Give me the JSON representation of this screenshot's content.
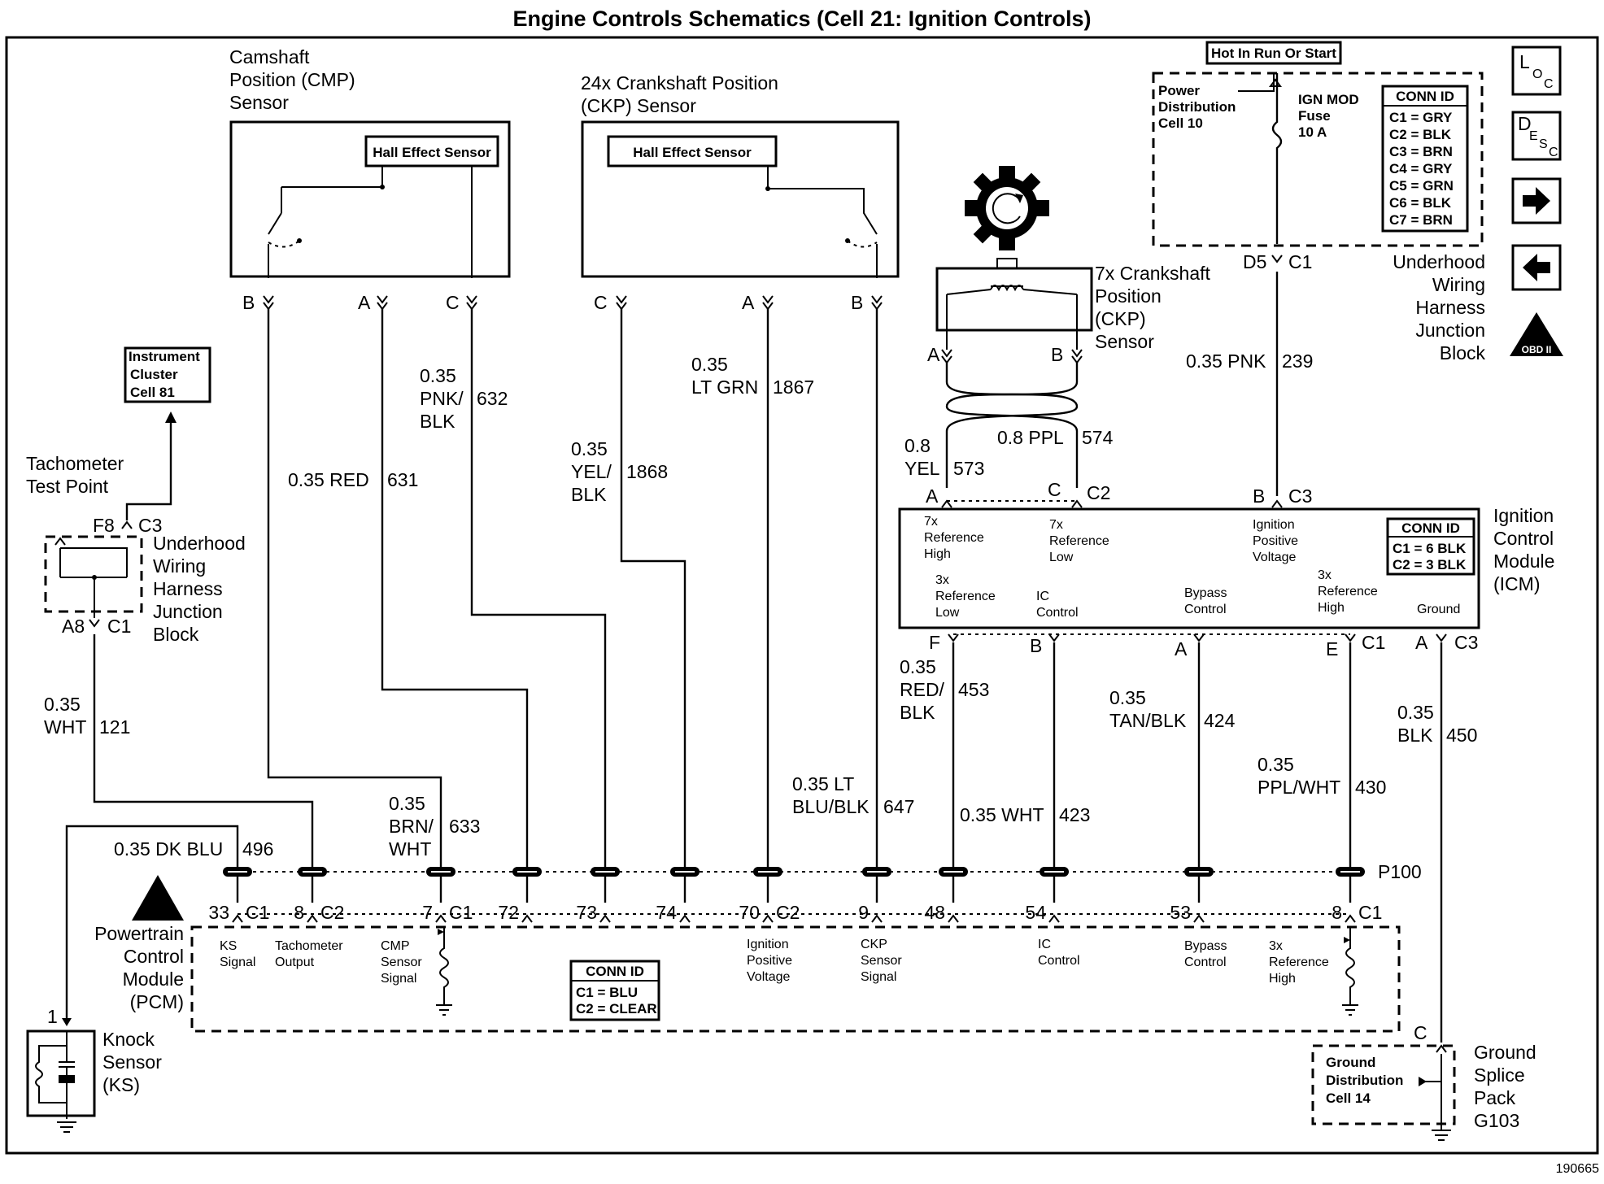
{
  "title": "Engine Controls Schematics (Cell 21: Ignition Controls)",
  "figure_number": "190665",
  "nav_icons": {
    "loc": [
      "L",
      "O",
      "C"
    ],
    "desc": [
      "D",
      "E",
      "S",
      "C"
    ],
    "obd": "OBD II"
  },
  "cmp_sensor": {
    "label": [
      "Camshaft",
      "Position (CMP)",
      "Sensor"
    ],
    "hall": "Hall Effect Sensor",
    "pins": [
      "B",
      "A",
      "C"
    ]
  },
  "ckp24_sensor": {
    "label": [
      "24x Crankshaft Position",
      "(CKP) Sensor"
    ],
    "hall": "Hall Effect Sensor",
    "pins": [
      "C",
      "A",
      "B"
    ]
  },
  "ckp7_sensor": {
    "label": [
      "7x Crankshaft",
      "Position",
      "(CKP)",
      "Sensor"
    ],
    "pins": [
      "A",
      "B"
    ]
  },
  "fuse_block": {
    "title": "Hot In Run Or Start",
    "pdc": [
      "Power",
      "Distribution",
      "Cell 10"
    ],
    "fuse": [
      "IGN MOD",
      "Fuse",
      "10 A"
    ],
    "conn_title": "CONN ID",
    "conn_rows": [
      "C1 = GRY",
      "C2 = BLK",
      "C3 = BRN",
      "C4 = GRY",
      "C5 = GRN",
      "C6 = BLK",
      "C7 = BRN"
    ],
    "pin": "D5",
    "conn": "C1",
    "label": [
      "Underhood",
      "Wiring",
      "Harness",
      "Junction",
      "Block"
    ]
  },
  "instrument": [
    "Instrument",
    "Cluster",
    "Cell 81"
  ],
  "tach": {
    "label": [
      "Tachometer",
      "Test Point"
    ],
    "top_pin": "F8",
    "top_conn": "C3",
    "bottom_pin": "A8",
    "bottom_conn": "C1",
    "block": [
      "Underhood",
      "Wiring",
      "Harness",
      "Junction",
      "Block"
    ]
  },
  "wires": {
    "w121": [
      "0.35",
      "WHT",
      "121"
    ],
    "w496": [
      "0.35 DK BLU",
      "496"
    ],
    "w631": [
      "0.35 RED",
      "631"
    ],
    "w633": [
      "0.35",
      "BRN/",
      "WHT",
      "633"
    ],
    "w632": [
      "0.35",
      "PNK/",
      "BLK",
      "632"
    ],
    "w1868": [
      "0.35",
      "YEL/",
      "BLK",
      "1868"
    ],
    "w1867": [
      "0.35",
      "LT GRN",
      "1867"
    ],
    "w647": [
      "0.35 LT",
      "BLU/BLK",
      "647"
    ],
    "w573": [
      "0.8",
      "YEL",
      "573"
    ],
    "w574": [
      "0.8 PPL",
      "574"
    ],
    "w239": [
      "0.35 PNK",
      "239"
    ],
    "w453": [
      "0.35",
      "RED/",
      "BLK",
      "453"
    ],
    "w423": [
      "0.35 WHT",
      "423"
    ],
    "w424": [
      "0.35",
      "TAN/BLK",
      "424"
    ],
    "w430": [
      "0.35",
      "PPL/WHT",
      "430"
    ],
    "w450": [
      "0.35",
      "BLK",
      "450"
    ]
  },
  "icm": {
    "label": [
      "Ignition",
      "Control",
      "Module",
      "(ICM)"
    ],
    "top_pins": [
      "A",
      "C",
      "C2",
      "B",
      "C3"
    ],
    "terminals_top": [
      [
        "7x",
        "Reference",
        "High"
      ],
      [
        "7x",
        "Reference",
        "Low"
      ],
      [
        "Ignition",
        "Positive",
        "Voltage"
      ]
    ],
    "terminals_bottom": [
      [
        "3x",
        "Reference",
        "Low"
      ],
      [
        "IC",
        "Control"
      ],
      [
        "Bypass",
        "Control"
      ],
      [
        "3x",
        "Reference",
        "High"
      ],
      [
        "Ground"
      ]
    ],
    "conn_title": "CONN ID",
    "conn_rows": [
      "C1 = 6 BLK",
      "C2 = 3 BLK"
    ],
    "bottom_pins": [
      "F",
      "B",
      "A",
      "E",
      "C1",
      "A",
      "C3"
    ]
  },
  "p100": "P100",
  "pcm": {
    "label": [
      "Powertrain",
      "Control",
      "Module",
      "(PCM)"
    ],
    "pins": [
      {
        "num": "33",
        "conn": "C1"
      },
      {
        "num": "8",
        "conn": "C2"
      },
      {
        "num": "7",
        "conn": "C1"
      },
      {
        "num": "72",
        "conn": ""
      },
      {
        "num": "73",
        "conn": ""
      },
      {
        "num": "74",
        "conn": ""
      },
      {
        "num": "70",
        "conn": "C2"
      },
      {
        "num": "9",
        "conn": ""
      },
      {
        "num": "48",
        "conn": ""
      },
      {
        "num": "54",
        "conn": ""
      },
      {
        "num": "53",
        "conn": ""
      },
      {
        "num": "8",
        "conn": "C1"
      }
    ],
    "terminals": [
      [
        "KS",
        "Signal"
      ],
      [
        "Tachometer",
        "Output"
      ],
      [
        "CMP",
        "Sensor",
        "Signal"
      ],
      [
        "Ignition",
        "Positive",
        "Voltage"
      ],
      [
        "CKP",
        "Sensor",
        "Signal"
      ],
      [
        "IC",
        "Control"
      ],
      [
        "Bypass",
        "Control"
      ],
      [
        "3x",
        "Reference",
        "High"
      ]
    ],
    "conn_title": "CONN ID",
    "conn_rows": [
      "C1 = BLU",
      "C2 = CLEAR"
    ]
  },
  "knock": {
    "pin": "1",
    "label": [
      "Knock",
      "Sensor",
      "(KS)"
    ]
  },
  "ground": {
    "pin": "C",
    "inner": [
      "Ground",
      "Distribution",
      "Cell 14"
    ],
    "label": [
      "Ground",
      "Splice",
      "Pack",
      "G103"
    ]
  }
}
